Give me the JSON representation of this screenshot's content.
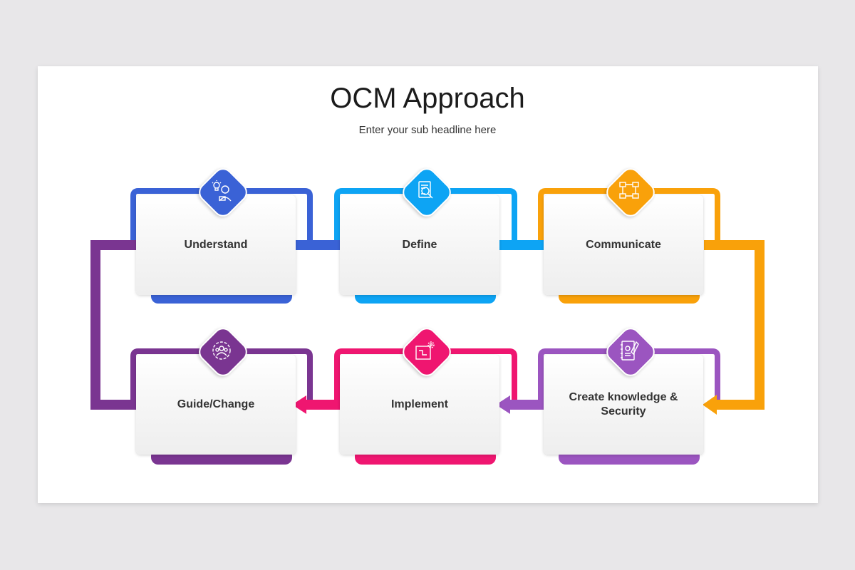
{
  "header": {
    "title": "OCM Approach",
    "subtitle": "Enter your sub headline here"
  },
  "steps": [
    {
      "label": "Understand",
      "color": "#3a62d6",
      "icon": "idea-person-icon"
    },
    {
      "label": "Define",
      "color": "#0da4f4",
      "icon": "document-search-icon"
    },
    {
      "label": "Communicate",
      "color": "#f9a10a",
      "icon": "network-flow-icon"
    },
    {
      "label": "Create knowledge & Security",
      "color": "#9b55c0",
      "icon": "notebook-pen-icon"
    },
    {
      "label": "Implement",
      "color": "#ef1670",
      "icon": "gear-chart-icon"
    },
    {
      "label": "Guide/Change",
      "color": "#7a3591",
      "icon": "team-gear-icon"
    }
  ]
}
